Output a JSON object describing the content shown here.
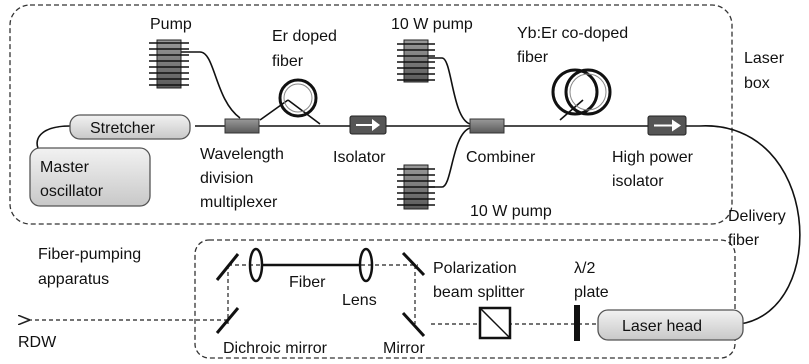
{
  "labels": {
    "pump": "Pump",
    "er_fiber_1": "Er doped",
    "er_fiber_2": "fiber",
    "pump10_top": "10 W pump",
    "yb_1": "Yb:Er co-doped",
    "yb_2": "fiber",
    "laser_box_1": "Laser",
    "laser_box_2": "box",
    "stretcher": "Stretcher",
    "master_1": "Master",
    "master_2": "oscillator",
    "wdm_1": "Wavelength",
    "wdm_2": "division",
    "wdm_3": "multiplexer",
    "isolator": "Isolator",
    "combiner": "Combiner",
    "hp_iso_1": "High power",
    "hp_iso_2": "isolator",
    "pump10_bottom": "10 W pump",
    "delivery_1": "Delivery",
    "delivery_2": "fiber",
    "fpa_1": "Fiber-pumping",
    "fpa_2": "apparatus",
    "fiber": "Fiber",
    "lens": "Lens",
    "pbs_1": "Polarization",
    "pbs_2": "beam splitter",
    "hw_1": "λ/2",
    "hw_2": "plate",
    "rdw": "RDW",
    "dichroic": "Dichroic mirror",
    "mirror": "Mirror",
    "laser_head": "Laser head"
  },
  "colors": {
    "component_fill": "#d9d9d9",
    "component_stroke": "#555555",
    "line": "#111111"
  }
}
